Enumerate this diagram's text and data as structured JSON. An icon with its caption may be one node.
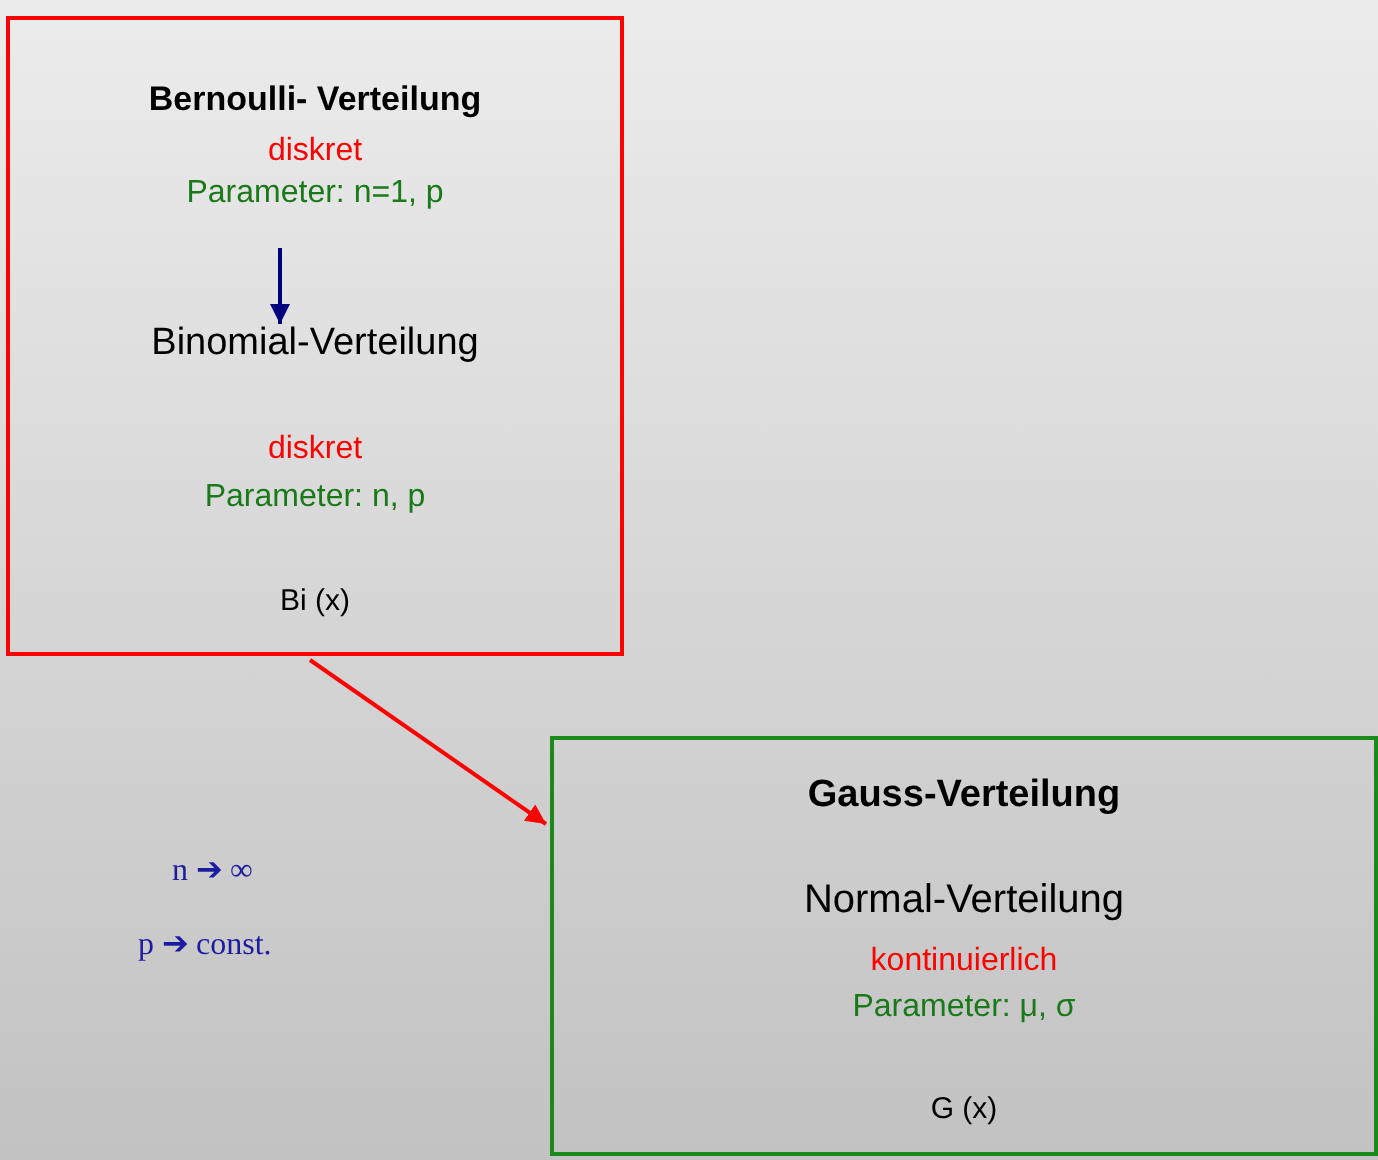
{
  "diagram": {
    "nodes": [
      {
        "text": [],
        "shape": "box"
      },
      {
        "text": [
          "Bernoulli- Verteilung",
          "diskret",
          "Parameter: n=1, p"
        ],
        "in": 0
      },
      {
        "text": [
          "Binomial-Verteilung",
          "diskret",
          "Parameter: n, p",
          "Bi (x)"
        ],
        "in": 0
      },
      {
        "text": [
          "Gauss-Verteilung",
          "Normal-Verteilung",
          "kontinuierlich",
          "Parameter: μ, σ",
          "G (x)"
        ]
      }
    ],
    "edges": [
      {
        "from": 1,
        "to": 2,
        "arrow": "to",
        "color": "#000080"
      },
      {
        "from": 0,
        "to": 3,
        "arrow": "to",
        "color": "#ff0000"
      }
    ],
    "labels": [
      "n ➔ ∞",
      "p ➔ const."
    ]
  }
}
